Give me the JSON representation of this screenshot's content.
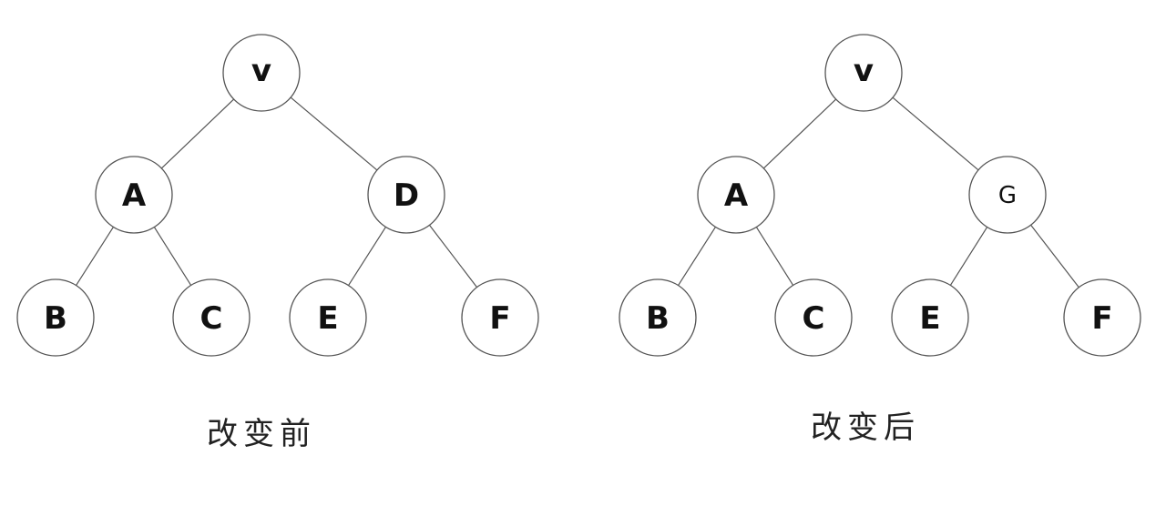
{
  "trees": [
    {
      "caption": "改变前",
      "nodes": [
        {
          "id": "v",
          "label": "v"
        },
        {
          "id": "A",
          "label": "A"
        },
        {
          "id": "D",
          "label": "D"
        },
        {
          "id": "B",
          "label": "B"
        },
        {
          "id": "C",
          "label": "C"
        },
        {
          "id": "E",
          "label": "E"
        },
        {
          "id": "F",
          "label": "F"
        }
      ],
      "edges": [
        [
          "v",
          "A"
        ],
        [
          "v",
          "D"
        ],
        [
          "A",
          "B"
        ],
        [
          "A",
          "C"
        ],
        [
          "D",
          "E"
        ],
        [
          "D",
          "F"
        ]
      ]
    },
    {
      "caption": "改变后",
      "nodes": [
        {
          "id": "v",
          "label": "v"
        },
        {
          "id": "A",
          "label": "A"
        },
        {
          "id": "G",
          "label": "G"
        },
        {
          "id": "B",
          "label": "B"
        },
        {
          "id": "C",
          "label": "C"
        },
        {
          "id": "E",
          "label": "E"
        },
        {
          "id": "F",
          "label": "F"
        }
      ],
      "edges": [
        [
          "v",
          "A"
        ],
        [
          "v",
          "G"
        ],
        [
          "A",
          "B"
        ],
        [
          "A",
          "C"
        ],
        [
          "G",
          "E"
        ],
        [
          "G",
          "F"
        ]
      ]
    }
  ]
}
